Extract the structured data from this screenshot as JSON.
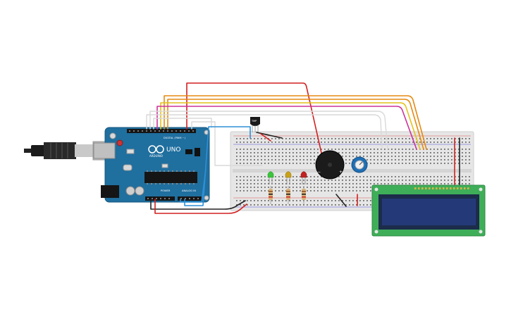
{
  "arduino": {
    "model_label": "UNO",
    "brand_label": "ARDUINO",
    "digital_label": "DIGITAL (PWM ~)",
    "power_label": "POWER",
    "analog_label": "ANALOG IN"
  },
  "temp_sensor": {
    "label": "TMP"
  },
  "colors": {
    "board": "#1f6f9f",
    "breadboard": "#e6e6e6",
    "lcd_pcb": "#3fae58",
    "lcd_screen": "#243a78",
    "wire_red": "#d22020",
    "wire_orange": "#e58a12",
    "wire_yellow": "#e2c21a",
    "wire_magenta": "#cc3399",
    "wire_blue": "#2d8fd6",
    "wire_black": "#222222",
    "wire_white": "#d9d9d9",
    "led_green": "#3cc43c",
    "led_yellow": "#c9a21a",
    "led_red": "#c22222"
  }
}
